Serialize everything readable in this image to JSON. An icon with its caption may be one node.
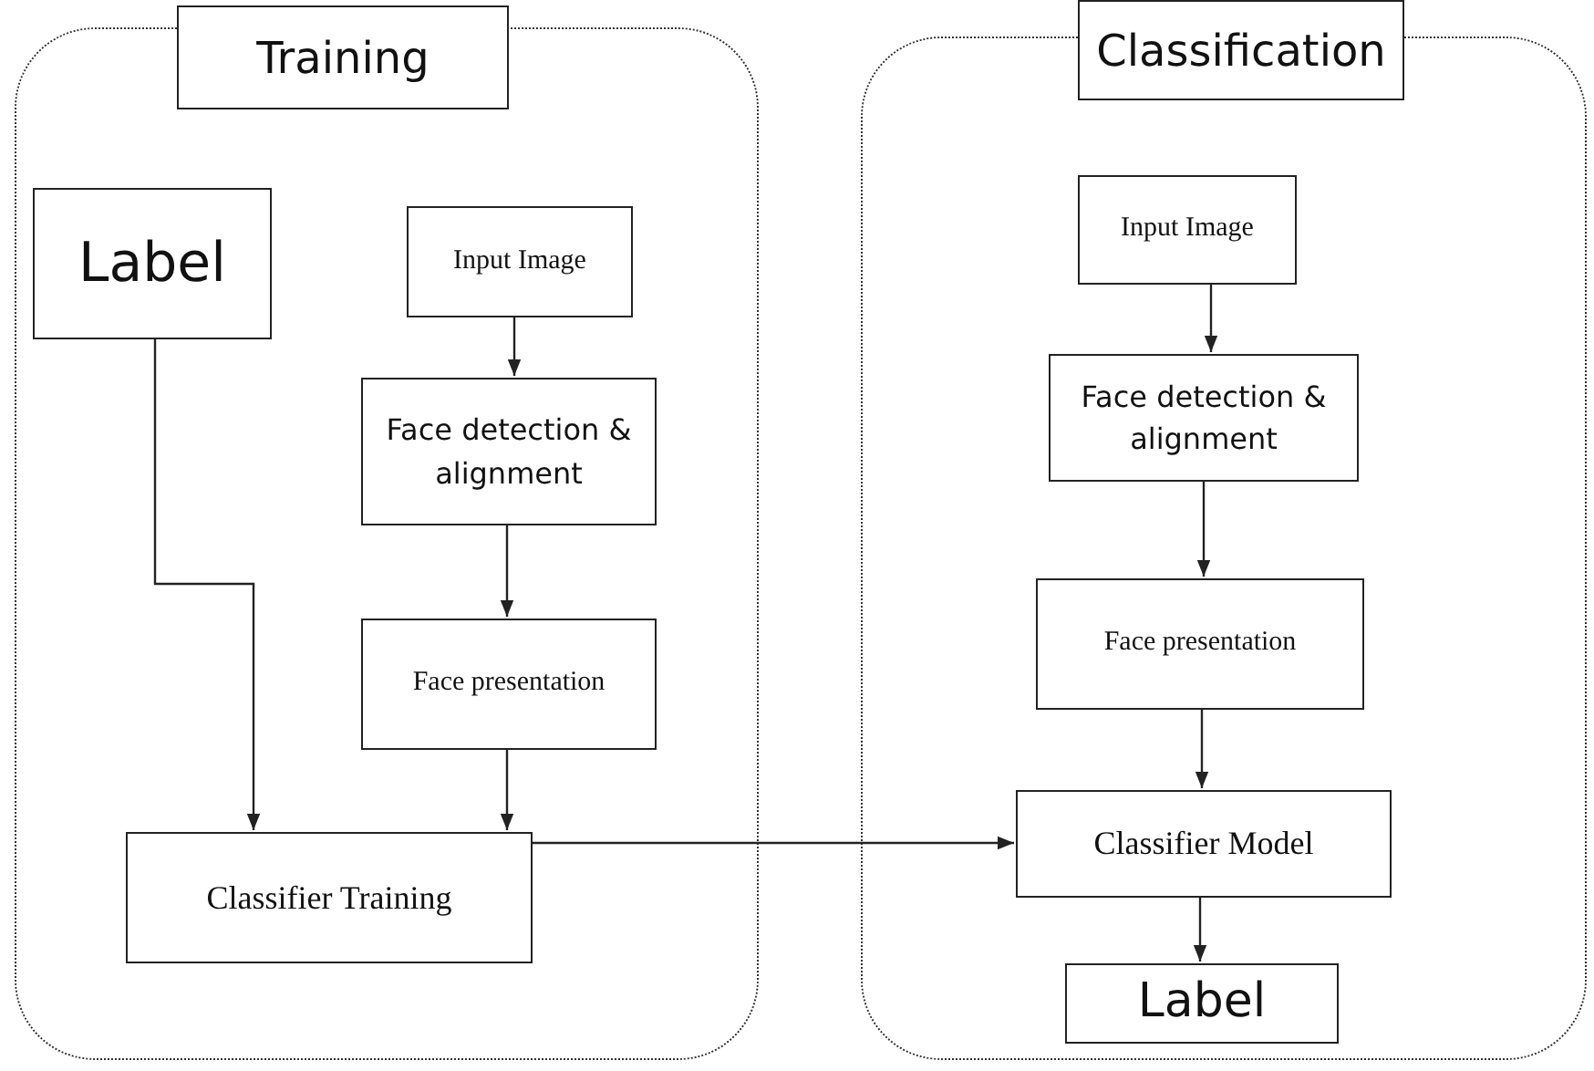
{
  "diagram": {
    "nodes": [
      {
        "text": [],
        "shape": "box"
      },
      {
        "text": [
          "Training"
        ]
      },
      {
        "text": [
          "Label"
        ],
        "in": 0
      },
      {
        "text": [
          "Input Image"
        ],
        "in": 0
      },
      {
        "text": [
          "Face detection & alignment"
        ],
        "in": 0
      },
      {
        "text": [
          "Face presentation"
        ],
        "in": 0
      },
      {
        "text": [
          "Classifier Training"
        ],
        "in": 0
      },
      {
        "text": [],
        "shape": "box"
      },
      {
        "text": [
          "Classification"
        ]
      },
      {
        "text": [
          "Input Image"
        ],
        "in": 7
      },
      {
        "text": [
          "Face detection & alignment"
        ],
        "in": 7
      },
      {
        "text": [
          "Face presentation"
        ],
        "in": 7
      },
      {
        "text": [
          "Classifier Model"
        ],
        "in": 7
      },
      {
        "text": [
          "Label"
        ],
        "in": 7
      }
    ],
    "edges": [
      {
        "from": 3,
        "to": 4,
        "arrow": "to"
      },
      {
        "from": 4,
        "to": 5,
        "arrow": "to"
      },
      {
        "from": 2,
        "to": 6,
        "arrow": "to"
      },
      {
        "from": 5,
        "to": 6,
        "arrow": "to"
      },
      {
        "from": 6,
        "to": 12,
        "arrow": "to"
      },
      {
        "from": 9,
        "to": 10,
        "arrow": "to"
      },
      {
        "from": 10,
        "to": 11,
        "arrow": "to"
      },
      {
        "from": 11,
        "to": 12,
        "arrow": "to"
      },
      {
        "from": 12,
        "to": 13,
        "arrow": "to"
      }
    ]
  }
}
